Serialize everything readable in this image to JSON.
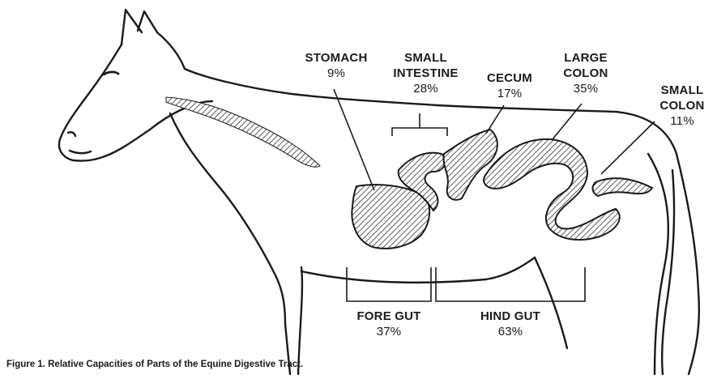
{
  "diagram": {
    "caption": "Figure 1.  Relative Capacities of Parts of the Equine Digestive Tract.",
    "labels": {
      "stomach": {
        "name": "STOMACH",
        "percent": "9%"
      },
      "small_intestine": {
        "line1": "SMALL",
        "line2": "INTESTINE",
        "percent": "28%"
      },
      "cecum": {
        "name": "CECUM",
        "percent": "17%"
      },
      "large_colon": {
        "line1": "LARGE",
        "line2": "COLON",
        "percent": "35%"
      },
      "small_colon": {
        "line1": "SMALL",
        "line2": "COLON",
        "percent": "11%"
      },
      "fore_gut": {
        "name": "FORE GUT",
        "percent": "37%"
      },
      "hind_gut": {
        "name": "HIND GUT",
        "percent": "63%"
      }
    },
    "colors": {
      "line": "#1a1a1a",
      "hatch": "#333333",
      "background": "#ffffff"
    }
  }
}
